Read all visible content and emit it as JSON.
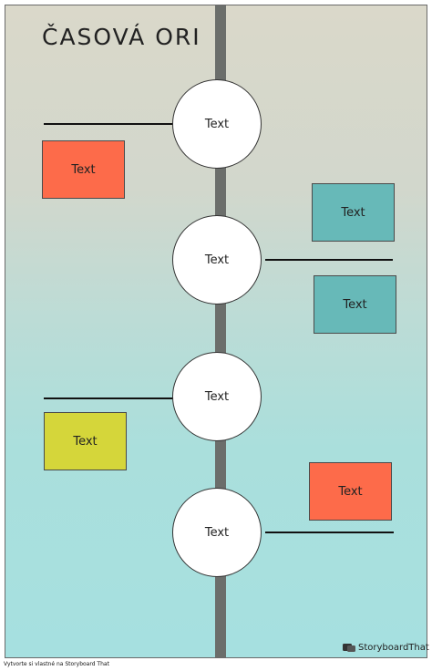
{
  "title": "ČASOVÁ ORI",
  "nodes": [
    {
      "label": "Text"
    },
    {
      "label": "Text"
    },
    {
      "label": "Text"
    },
    {
      "label": "Text"
    }
  ],
  "boxes": [
    {
      "label": "Text",
      "color": "#fd6b4a"
    },
    {
      "label": "Text",
      "color": "#67b9b8"
    },
    {
      "label": "Text",
      "color": "#67b9b8"
    },
    {
      "label": "Text",
      "color": "#d5d63a"
    },
    {
      "label": "Text",
      "color": "#fd6b4a"
    }
  ],
  "footer": {
    "caption": "Vytvorte si vlastné na Storyboard That",
    "brand": "StoryboardThat"
  }
}
